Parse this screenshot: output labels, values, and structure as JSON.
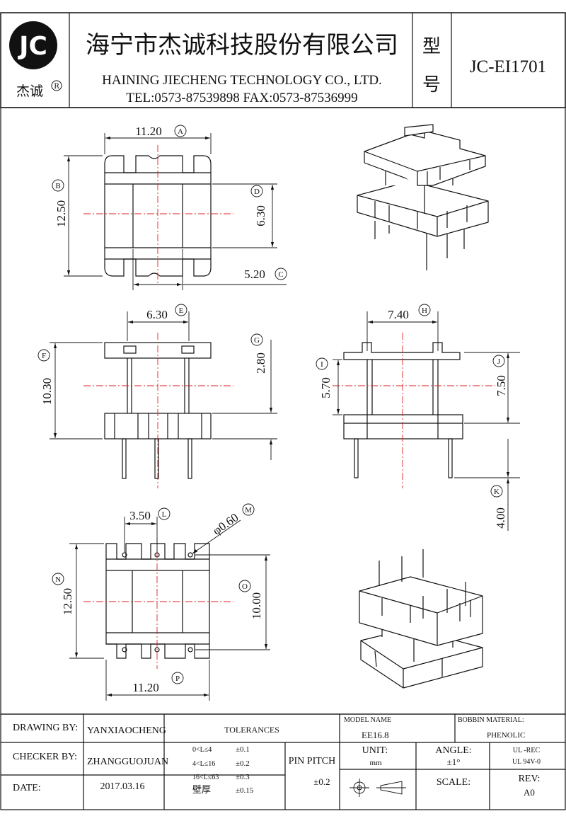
{
  "header": {
    "logo_text": "JC",
    "logo_sub": "杰诚",
    "logo_reg": "R",
    "company_cn": "海宁市杰诚科技股份有限公司",
    "company_en": "HAINING JIECHENG TECHNOLOGY CO., LTD.",
    "tel_fax": "TEL:0573-87539898   FAX:0573-87536999",
    "model_label_1": "型",
    "model_label_2": "号",
    "model_no": "JC-EI1701"
  },
  "dimensions": {
    "A": {
      "value": "11.20",
      "letter": "A"
    },
    "B": {
      "value": "12.50",
      "letter": "B"
    },
    "C": {
      "value": "5.20",
      "letter": "C"
    },
    "D": {
      "value": "6.30",
      "letter": "D"
    },
    "E": {
      "value": "6.30",
      "letter": "E"
    },
    "F": {
      "value": "10.30",
      "letter": "F"
    },
    "G": {
      "value": "2.80",
      "letter": "G"
    },
    "H": {
      "value": "7.40",
      "letter": "H"
    },
    "I": {
      "value": "5.70",
      "letter": "I"
    },
    "J": {
      "value": "7.50",
      "letter": "J"
    },
    "K": {
      "value": "4.00",
      "letter": "K"
    },
    "L": {
      "value": "3.50",
      "letter": "L"
    },
    "M": {
      "value": "φ0.60",
      "letter": "M"
    },
    "N": {
      "value": "12.50",
      "letter": "N"
    },
    "O": {
      "value": "10.00",
      "letter": "O"
    },
    "P": {
      "value": "11.20",
      "letter": "P"
    }
  },
  "titleblock": {
    "drawing_by_label": "DRAWING  BY:",
    "drawing_by": "YANXIAOCHENG",
    "checker_by_label": "CHECKER  BY:",
    "checker_by": "ZHANGGUOJUAN",
    "date_label": "DATE:",
    "date": "2017.03.16",
    "tolerances_label": "TOLERANCES",
    "tol": [
      {
        "range": "0<L≤4",
        "val": "±0.1"
      },
      {
        "range": "4<L≤16",
        "val": "±0.2"
      },
      {
        "range": "16<L≤63",
        "val": "±0.3"
      },
      {
        "range": "壁厚",
        "val": "±0.15"
      }
    ],
    "pin_pitch_label": "PIN PITCH",
    "pin_pitch": "±0.2",
    "model_name_label": "MODEL NAME",
    "model_name": "EE16.8",
    "bobbin_material_label": "BOBBIN MATERIAL:",
    "bobbin_material": "PHENOLIC",
    "unit_label": "UNIT:",
    "unit": "mm",
    "angle_label": "ANGLE:",
    "angle": "±1°",
    "ul_1": "UL -REC",
    "ul_2": "UL  94V-0",
    "scale_label": "SCALE:",
    "rev_label": "REV:",
    "rev": "A0"
  }
}
